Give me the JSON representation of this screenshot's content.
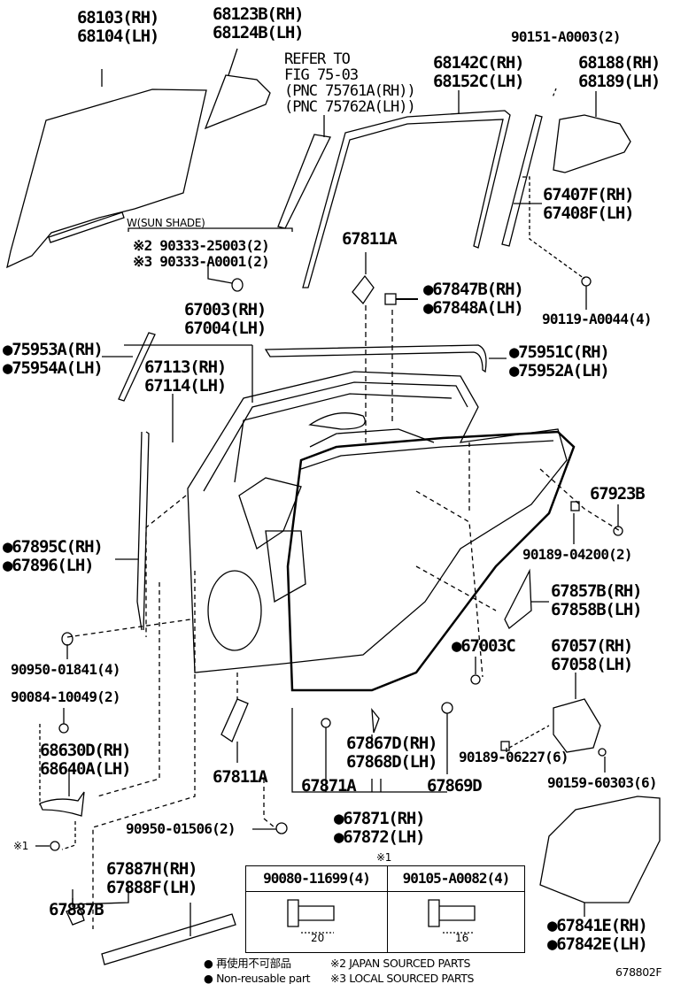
{
  "callouts": {
    "glass": [
      "68103(RH)",
      "68104(LH)"
    ],
    "quarter_glass": [
      "68123B(RH)",
      "68124B(LH)"
    ],
    "refer": [
      "REFER TO",
      "FIG 75-03",
      "(PNC 75761A(RH))",
      "(PNC 75762A(LH))"
    ],
    "run_channel": [
      "68142C(RH)",
      "68152C(LH)"
    ],
    "screw_top": [
      "90151-A0003(2)"
    ],
    "quarter_frame": [
      "68188(RH)",
      "68189(LH)"
    ],
    "division_bar": [
      "67407F(RH)",
      "67408F(LH)"
    ],
    "sun_shade_title": "W(SUN SHADE)",
    "sun_shade_items": [
      "※2 90333-25003(2)",
      "※3 90333-A0001(2)"
    ],
    "seal_top": [
      "67811A"
    ],
    "clip_847": [
      "●67847B(RH)",
      "●67848A(LH)"
    ],
    "bolt_044": [
      "90119-A0044(4)"
    ],
    "door_panel": [
      "67003(RH)",
      "67004(LH)"
    ],
    "molding_953": [
      "●75953A(RH)",
      "●75954A(LH)"
    ],
    "frame_113": [
      "67113(RH)",
      "67114(LH)"
    ],
    "molding_951": [
      "●75951C(RH)",
      "●75952A(LH)"
    ],
    "cover_923": [
      "67923B"
    ],
    "tape_895": [
      "●67895C(RH)",
      "●67896(LH)"
    ],
    "screw_04200": [
      "90189-04200(2)"
    ],
    "cover_857": [
      "67857B(RH)",
      "67858B(LH)"
    ],
    "plug_003c": [
      "●67003C"
    ],
    "lock_057": [
      "67057(RH)",
      "67058(LH)"
    ],
    "plug_01841": [
      "90950-01841(4)"
    ],
    "screw_10049": [
      "90084-10049(2)"
    ],
    "check_630": [
      "68630D(RH)",
      "68640A(LH)"
    ],
    "seal_bottom": [
      "67811A"
    ],
    "clip_867": [
      "67867D(RH)",
      "67868D(LH)"
    ],
    "screw_06227": [
      "90189-06227(6)"
    ],
    "clip_871a": [
      "67871A"
    ],
    "clip_869d": [
      "67869D"
    ],
    "screw_60303": [
      "90159-60303(6)"
    ],
    "weatherstrip": [
      "●67871(RH)",
      "●67872(LH)"
    ],
    "plug_01506": [
      "90950-01506(2)"
    ],
    "note1_left": "※1",
    "note1_center": "※1",
    "scuff_887": [
      "67887H(RH)",
      "67888F(LH)"
    ],
    "clip_887b": [
      "67887B"
    ],
    "service_hole_cover": [
      "●67841E(RH)",
      "●67842E(LH)"
    ]
  },
  "fastener_table": {
    "columns": [
      {
        "part": "90080-11699(4)",
        "length": "20"
      },
      {
        "part": "90105-A0082(4)",
        "length": "16"
      }
    ]
  },
  "legend": {
    "jp": "● 再使用不可部品",
    "en": "● Non-reusable part",
    "note2": "※2 JAPAN SOURCED PARTS",
    "note3": "※3 LOCAL SOURCED PARTS"
  },
  "figure_code": "678802F"
}
